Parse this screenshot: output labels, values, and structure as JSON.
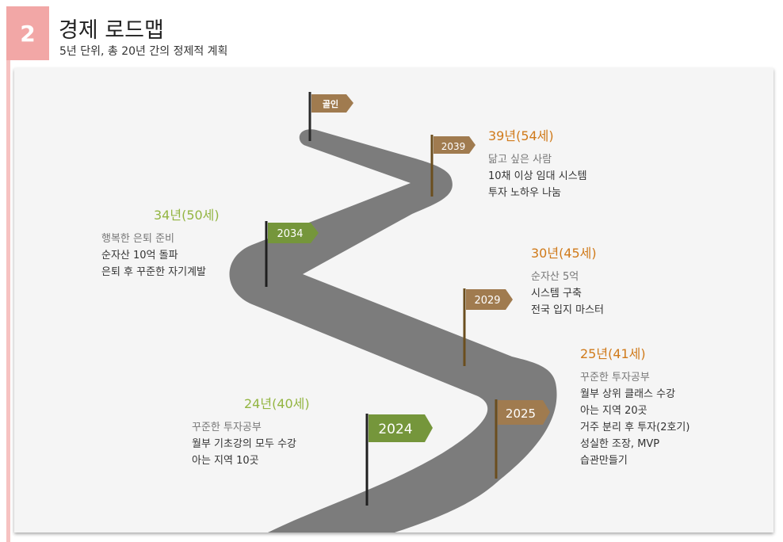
{
  "header": {
    "number": "2",
    "title": "경제 로드맵",
    "subtitle": "5년 단위, 총 20년 간의 정제적 계획"
  },
  "colors": {
    "badge": "#f2a7a6",
    "road": "#7c7c7c",
    "flag_brown": "#a07b4f",
    "flag_green": "#75963b",
    "age_green": "#93b542",
    "age_orange": "#d07a1a"
  },
  "milestones": [
    {
      "flag": "골인"
    },
    {
      "flag": "2039",
      "age": "39년(54세)",
      "lines": [
        "닮고 싶은 사람",
        "10채 이상 임대 시스템",
        "투자 노하우 나눔"
      ]
    },
    {
      "flag": "2034",
      "age": "34년(50세)",
      "lines": [
        "행복한 은퇴 준비",
        "순자산 10억 돌파",
        "은퇴 후 꾸준한 자기계발"
      ]
    },
    {
      "flag": "2029",
      "age": "30년(45세)",
      "lines": [
        "순자산 5억",
        "시스템 구축",
        "전국 입지 마스터"
      ]
    },
    {
      "flag": "2025",
      "age": "25년(41세)",
      "lines": [
        "꾸준한 투자공부",
        "월부 상위 클래스 수강",
        "아는 지역 20곳",
        "거주 분리 후 투자(2호기)",
        "성실한 조장, MVP",
        "습관만들기"
      ]
    },
    {
      "flag": "2024",
      "age": "24년(40세)",
      "lines": [
        "꾸준한 투자공부",
        "월부 기초강의 모두 수강",
        "아는 지역 10곳"
      ]
    }
  ]
}
